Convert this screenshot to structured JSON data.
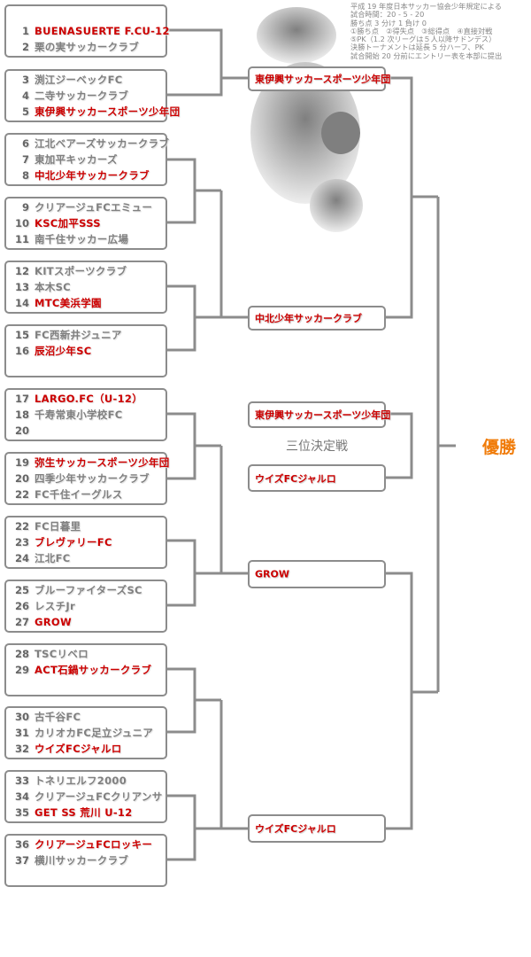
{
  "rules": [
    "平成 19 年度日本サッカー協会少年規定による",
    "試合時間：20 - 5 - 20",
    "勝ち点 3 分け 1 負け 0",
    "①勝ち点　②得失点　③総得点　④直接対戦",
    "⑤PK（1.2 次リーグは５人以降サドンデス）",
    "決勝トーナメントは延長 5 分ハーフ、PK",
    "試合開始 20 分前にエントリー表を本部に提出"
  ],
  "groups": [
    {
      "rows": [
        {
          "num": "",
          "name": ""
        },
        {
          "num": "1",
          "name": "BUENASUERTE F.CU-12",
          "win": true
        },
        {
          "num": "2",
          "name": "栗の実サッカークラブ"
        }
      ]
    },
    {
      "rows": [
        {
          "num": "3",
          "name": "渕江ジーベックFC"
        },
        {
          "num": "4",
          "name": "二寺サッカークラブ"
        },
        {
          "num": "5",
          "name": "東伊興サッカースポーツ少年団",
          "win": true
        }
      ]
    },
    {
      "rows": [
        {
          "num": "6",
          "name": "江北ベアーズサッカークラブ"
        },
        {
          "num": "7",
          "name": "東加平キッカーズ"
        },
        {
          "num": "8",
          "name": "中北少年サッカークラブ",
          "win": true
        }
      ]
    },
    {
      "rows": [
        {
          "num": "9",
          "name": "クリアージュFCエミュー"
        },
        {
          "num": "10",
          "name": "KSC加平SSS",
          "win": true
        },
        {
          "num": "11",
          "name": "南千住サッカー広場"
        }
      ]
    },
    {
      "rows": [
        {
          "num": "12",
          "name": "KITスポーツクラブ"
        },
        {
          "num": "13",
          "name": "本木SC"
        },
        {
          "num": "14",
          "name": "MTC美浜学園",
          "win": true
        }
      ]
    },
    {
      "rows": [
        {
          "num": "15",
          "name": "FC西新井ジュニア"
        },
        {
          "num": "16",
          "name": "辰沼少年SC",
          "win": true
        },
        {
          "num": "",
          "name": ""
        }
      ]
    },
    {
      "rows": [
        {
          "num": "17",
          "name": "LARGO.FC（U-12）",
          "win": true
        },
        {
          "num": "18",
          "name": "千寿常東小学校FC"
        },
        {
          "num": "20",
          "name": ""
        }
      ]
    },
    {
      "rows": [
        {
          "num": "19",
          "name": "弥生サッカースポーツ少年団",
          "win": true
        },
        {
          "num": "20",
          "name": "四季少年サッカークラブ"
        },
        {
          "num": "22",
          "name": "FC千住イーグルス"
        }
      ]
    },
    {
      "rows": [
        {
          "num": "22",
          "name": "FC日暮里"
        },
        {
          "num": "23",
          "name": "ブレヴァリーFC",
          "win": true
        },
        {
          "num": "24",
          "name": "江北FC"
        }
      ]
    },
    {
      "rows": [
        {
          "num": "25",
          "name": "ブルーファイターズSC"
        },
        {
          "num": "26",
          "name": "レスチJr"
        },
        {
          "num": "27",
          "name": "GROW",
          "win": true
        }
      ]
    },
    {
      "rows": [
        {
          "num": "28",
          "name": "TSCリベロ"
        },
        {
          "num": "29",
          "name": "ACT石鍋サッカークラブ",
          "win": true
        },
        {
          "num": "",
          "name": ""
        }
      ]
    },
    {
      "rows": [
        {
          "num": "30",
          "name": "古千谷FC"
        },
        {
          "num": "31",
          "name": "カリオカFC足立ジュニア"
        },
        {
          "num": "32",
          "name": "ウイズFCジャルロ",
          "win": true
        }
      ]
    },
    {
      "rows": [
        {
          "num": "33",
          "name": "トネリエルフ2000"
        },
        {
          "num": "34",
          "name": "クリアージュFCクリアンサ"
        },
        {
          "num": "35",
          "name": "GET SS 荒川 U-12",
          "win": true
        }
      ]
    },
    {
      "rows": [
        {
          "num": "36",
          "name": "クリアージュFCロッキー",
          "win": true
        },
        {
          "num": "37",
          "name": "横川サッカークラブ"
        },
        {
          "num": "",
          "name": ""
        }
      ]
    }
  ],
  "round2": [
    "東伊興サッカースポーツ少年団",
    "中北少年サッカークラブ",
    "GROW",
    "ウイズFCジャルロ"
  ],
  "third_place": {
    "label": "三位決定戦",
    "teams": [
      "東伊興サッカースポーツ少年団",
      "ウイズFCジャルロ"
    ]
  },
  "champion_label": "優勝",
  "colors": {
    "winner": "#cc0000",
    "line": "#8c8c8c",
    "champion": "#f07c0a"
  }
}
